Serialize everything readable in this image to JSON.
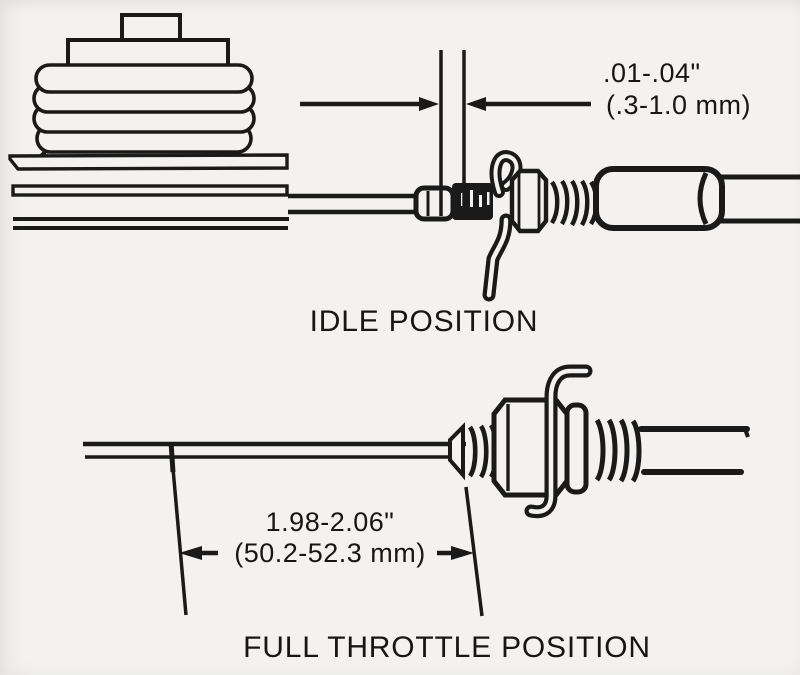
{
  "diagram": {
    "title_implicit": "Throttle cable adjustment diagram",
    "idle": {
      "label": "IDLE POSITION",
      "dim_inches": ".01-.04\"",
      "dim_mm": "(.3-1.0 mm)"
    },
    "full_throttle": {
      "label": "FULL THROTTLE POSITION",
      "dim_inches": "1.98-2.06\"",
      "dim_mm": "(50.2-52.3 mm)"
    },
    "colors": {
      "paper": "#f3f2f0",
      "ink": "#1a1a1a"
    }
  }
}
